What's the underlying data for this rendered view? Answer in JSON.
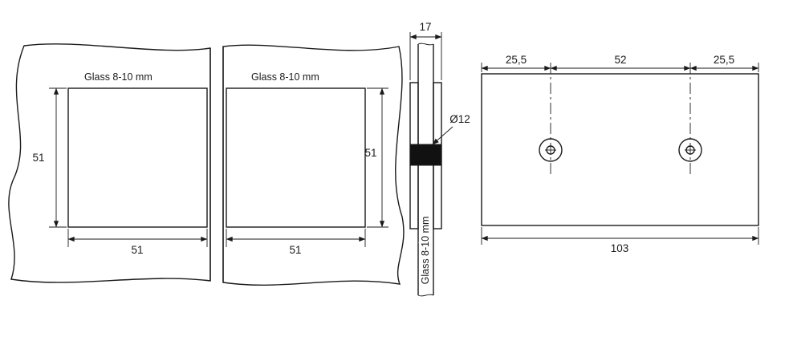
{
  "drawing": {
    "front_view": {
      "glass_label_left": "Glass 8-10 mm",
      "glass_label_right": "Glass 8-10 mm",
      "dim_height_left": "51",
      "dim_height_right": "51",
      "dim_width_left": "51",
      "dim_width_right": "51"
    },
    "side_view": {
      "dim_thickness": "17",
      "dim_hole_diameter": "Ø12",
      "glass_label_vertical": "Glass 8-10 mm"
    },
    "plate_view": {
      "dim_left_margin": "25,5",
      "dim_hole_spacing": "52",
      "dim_right_margin": "25,5",
      "dim_total_width": "103"
    },
    "colors": {
      "line": "#1a1a1a",
      "background": "#ffffff",
      "section_fill": "#111111"
    }
  }
}
